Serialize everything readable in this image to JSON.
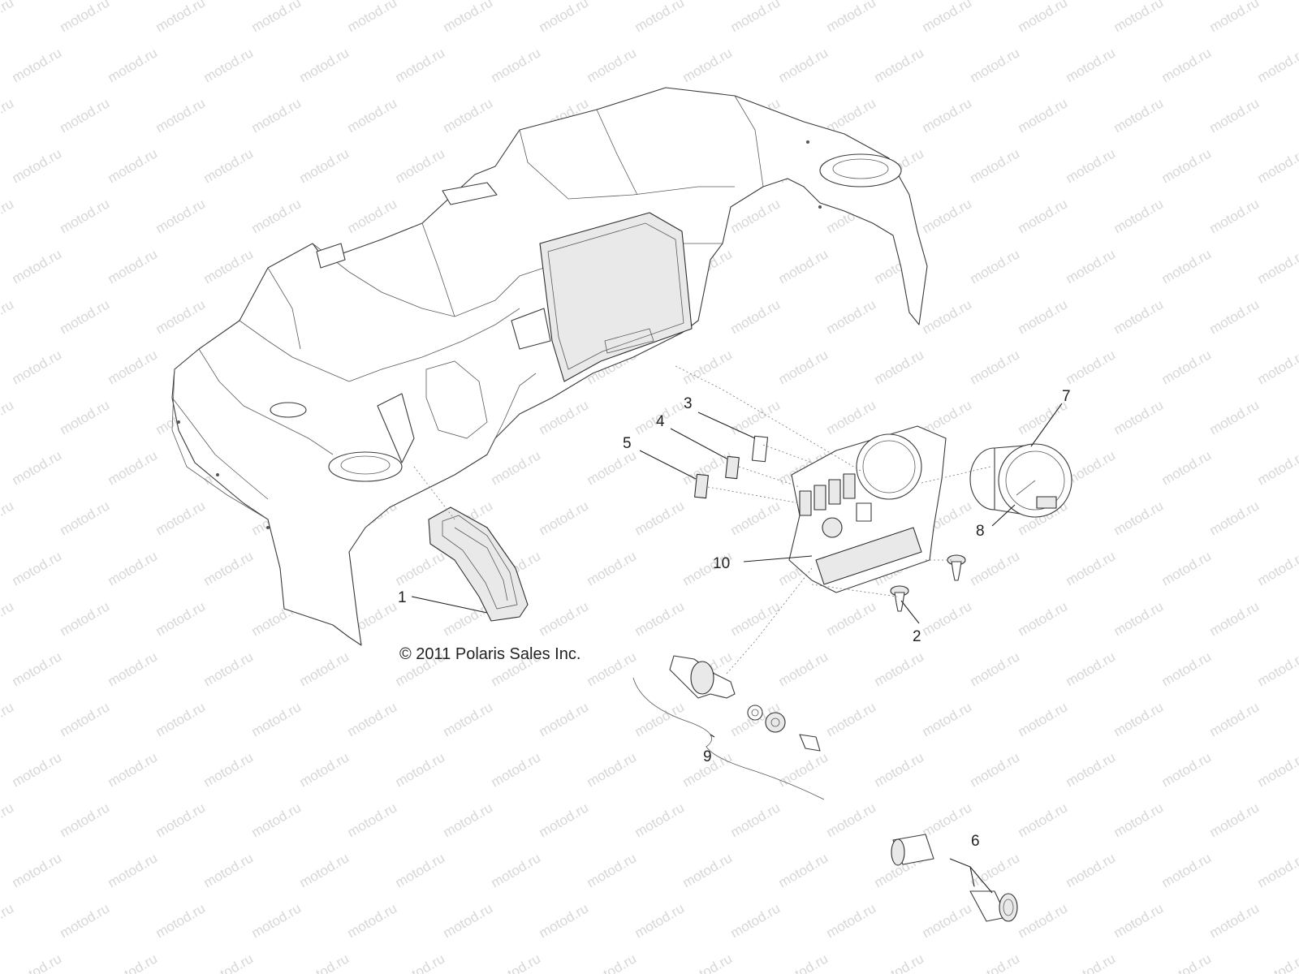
{
  "watermark": {
    "text": "motod.ru"
  },
  "copyright": "© 2011 Polaris Sales Inc.",
  "callouts": [
    {
      "id": "1",
      "label": "1"
    },
    {
      "id": "2",
      "label": "2"
    },
    {
      "id": "3",
      "label": "3"
    },
    {
      "id": "4",
      "label": "4"
    },
    {
      "id": "5",
      "label": "5"
    },
    {
      "id": "6",
      "label": "6"
    },
    {
      "id": "7",
      "label": "7"
    },
    {
      "id": "8",
      "label": "8"
    },
    {
      "id": "9",
      "label": "9"
    },
    {
      "id": "10",
      "label": "10"
    }
  ],
  "colors": {
    "line": "#3a3a3a",
    "text": "#222222",
    "watermark": "#d7d7d7",
    "background": "#ffffff"
  }
}
